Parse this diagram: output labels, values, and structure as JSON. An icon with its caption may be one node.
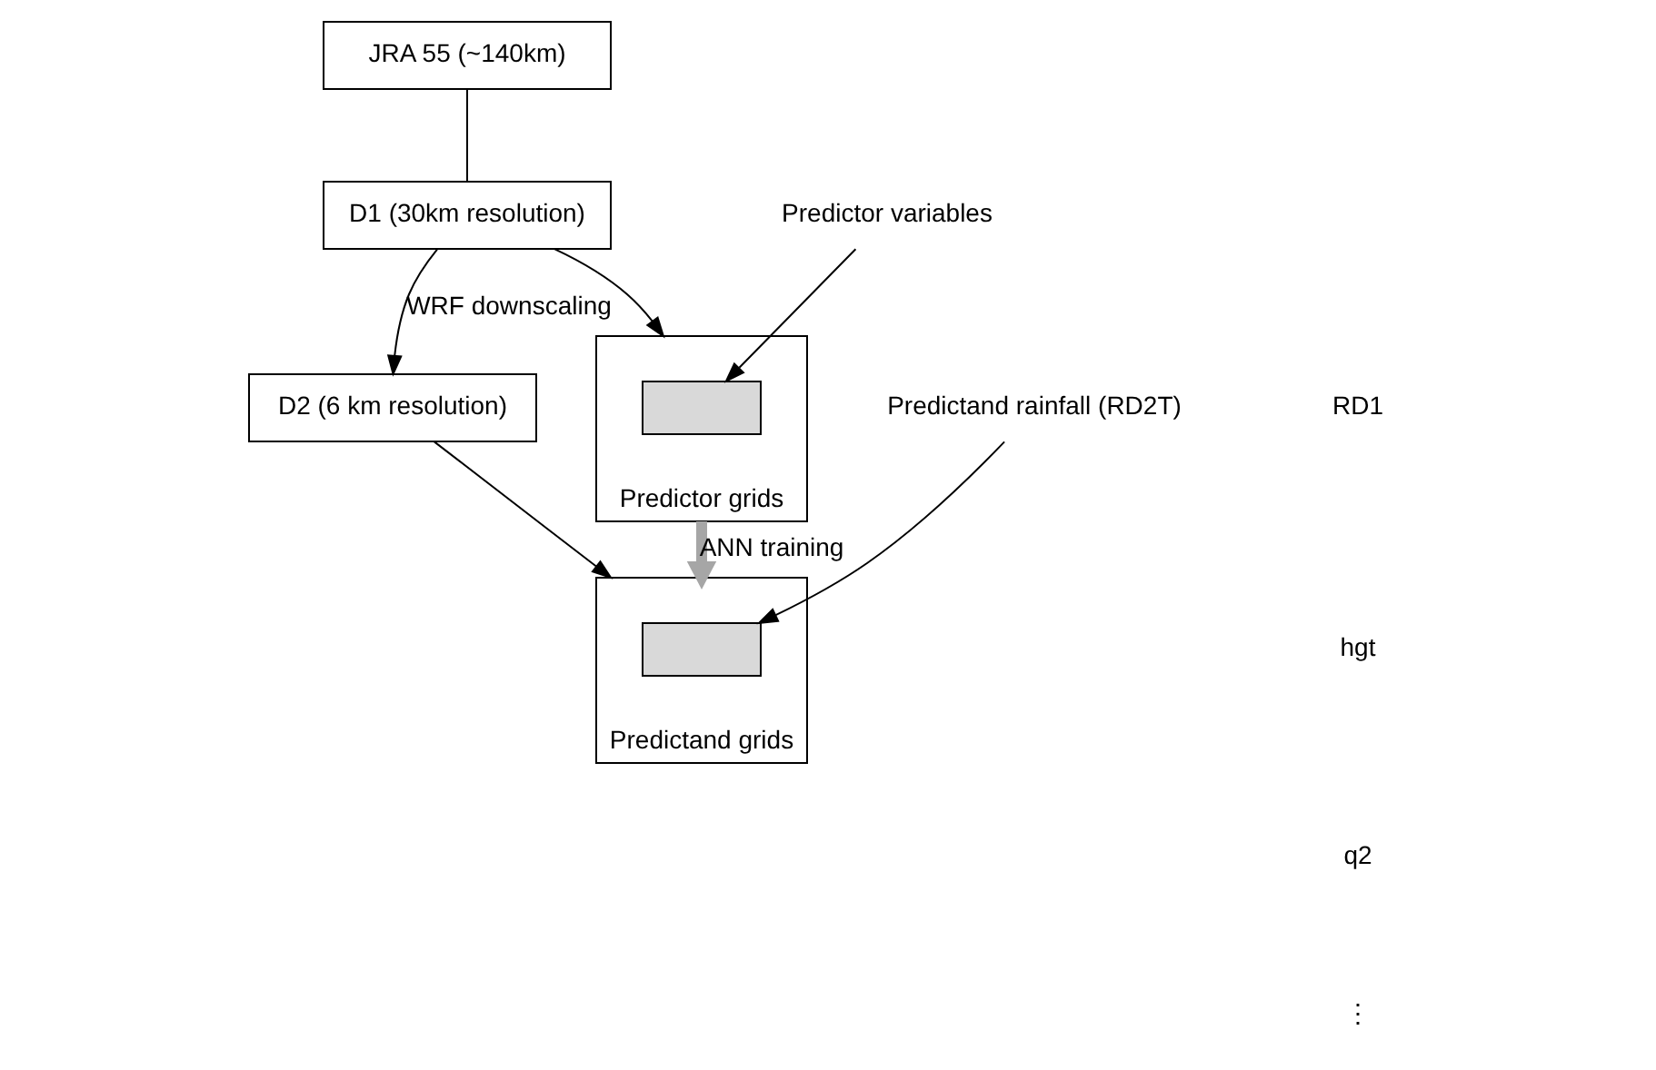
{
  "diagram": {
    "nodes": [
      {
        "text": [
          "JRA 55 (~140km)"
        ]
      },
      {
        "text": [
          "D1 (30km resolution)"
        ]
      },
      {
        "text": [
          "D2 (6 km resolution)"
        ]
      },
      {
        "text": [
          "Predictor grids"
        ]
      },
      {
        "text": [],
        "shape": "box",
        "in": 3
      },
      {
        "text": [
          "Predictor variables"
        ]
      },
      {
        "text": [
          "Predictand grids"
        ]
      },
      {
        "text": [],
        "shape": "box",
        "in": 6
      },
      {
        "text": [
          "Predictand rainfall (RD2T)"
        ]
      }
    ],
    "edges": [
      {
        "from": 0,
        "to": 1,
        "arrow": "none"
      },
      {
        "from": 1,
        "to": 2,
        "arrow": "to",
        "label": "WRF downscaling"
      },
      {
        "from": 1,
        "to": 3,
        "arrow": "to"
      },
      {
        "from": 2,
        "to": 6,
        "arrow": "to"
      },
      {
        "from": 5,
        "to": 4,
        "arrow": "to"
      },
      {
        "from": 3,
        "to": 6,
        "arrow": "to",
        "label": "ANN training",
        "style": "thick",
        "color": "#a6a6a6"
      },
      {
        "from": 8,
        "to": 7,
        "arrow": "to"
      }
    ],
    "labels": [
      "RD1",
      "hgt",
      "q2",
      "⋮"
    ]
  }
}
